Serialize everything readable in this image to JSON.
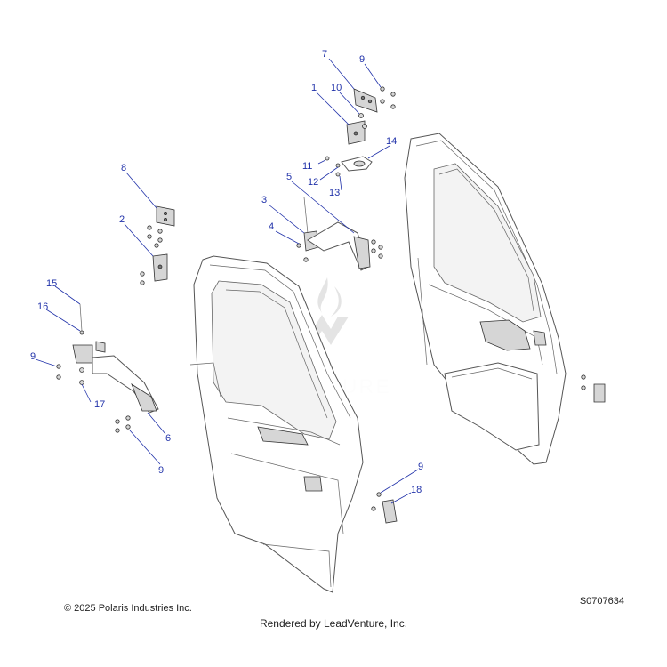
{
  "copyright": "© 2025 Polaris Industries Inc.",
  "drawing_number": "S0707634",
  "rendered_by": "Rendered by LeadVenture, Inc.",
  "watermark": "LEADVENTURE",
  "callouts": {
    "c1": "1",
    "c2": "2",
    "c3": "3",
    "c4": "4",
    "c5": "5",
    "c6": "6",
    "c7": "7",
    "c8": "8",
    "c9a": "9",
    "c9b": "9",
    "c9c": "9",
    "c9d": "9",
    "c10": "10",
    "c11": "11",
    "c12": "12",
    "c13": "13",
    "c14": "14",
    "c15": "15",
    "c16": "16",
    "c17": "17",
    "c18": "18"
  },
  "colors": {
    "callout": "#2233aa",
    "line": "#555555"
  }
}
